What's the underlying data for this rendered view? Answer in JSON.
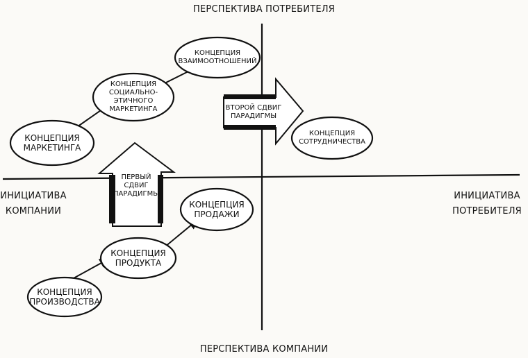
{
  "axes": {
    "top": "ПЕРСПЕКТИВА ПОТРЕБИТЕЛЯ",
    "bottom": "ПЕРСПЕКТИВА КОМПАНИИ",
    "left_line1": "ИНИЦИАТИВА",
    "left_line2": "КОМПАНИИ",
    "right_line1": "ИНИЦИАТИВА",
    "right_line2": "ПОТРЕБИТЕЛЯ"
  },
  "nodes": {
    "production": {
      "line1": "КОНЦЕПЦИЯ",
      "line2": "ПРОИЗВОДСТВА"
    },
    "product": {
      "line1": "КОНЦЕПЦИЯ",
      "line2": "ПРОДУКТА"
    },
    "sales": {
      "line1": "КОНЦЕПЦИЯ",
      "line2": "ПРОДАЖИ"
    },
    "marketing": {
      "line1": "КОНЦЕПЦИЯ",
      "line2": "МАРКЕТИНГА"
    },
    "social_ethical": {
      "line1": "КОНЦЕПЦИЯ",
      "line2": "СОЦИАЛЬНО-ЭТИЧНОГО",
      "line3": "МАРКЕТИНГА"
    },
    "relationship": {
      "line1": "КОНЦЕПЦИЯ",
      "line2": "ВЗАИМООТНОШЕНИЙ"
    },
    "cooperation": {
      "line1": "КОНЦЕПЦИЯ",
      "line2": "СОТРУДНИЧЕСТВА"
    }
  },
  "shifts": {
    "first": {
      "line1": "ПЕРВЫЙ",
      "line2": "СДВИГ",
      "line3": "ПАРАДИГМЫ"
    },
    "second": {
      "line1": "ВТОРОЙ СДВИГ",
      "line2": "ПАРАДИГМЫ"
    }
  }
}
